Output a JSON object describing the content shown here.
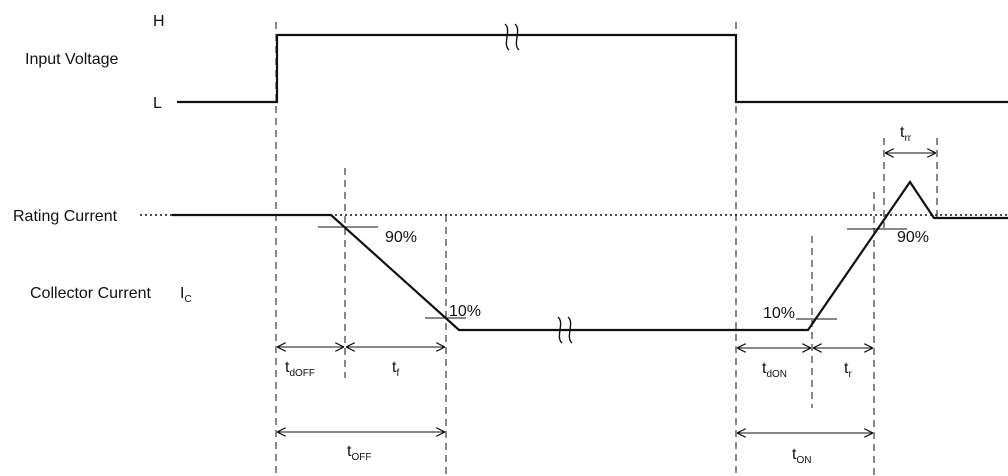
{
  "labels": {
    "input_voltage": "Input Voltage",
    "high": "H",
    "low": "L",
    "rating_current": "Rating Current",
    "collector_current": "Collector Current",
    "ic_main": "I",
    "ic_sub": "C",
    "pct_90_fall": "90%",
    "pct_10_fall": "10%",
    "pct_10_rise": "10%",
    "pct_90_rise": "90%"
  },
  "timings": {
    "tdoff": {
      "main": "t",
      "sub": "dOFF"
    },
    "tf": {
      "main": "t",
      "sub": "f"
    },
    "toff": {
      "main": "t",
      "sub": "OFF"
    },
    "tdon": {
      "main": "t",
      "sub": "dON"
    },
    "tr": {
      "main": "t",
      "sub": "r"
    },
    "ton": {
      "main": "t",
      "sub": "ON"
    },
    "trr": {
      "main": "t",
      "sub": "rr"
    }
  }
}
